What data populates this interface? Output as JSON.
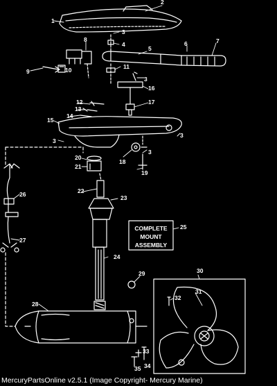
{
  "diagram": {
    "callouts": [
      "1",
      "2",
      "3",
      "4",
      "5",
      "6",
      "7",
      "8",
      "9",
      "10",
      "11",
      "3",
      "16",
      "17",
      "12",
      "13",
      "14",
      "15",
      "3",
      "3",
      "18",
      "3",
      "19",
      "20",
      "21",
      "22",
      "23",
      "26",
      "27",
      "25",
      "24",
      "29",
      "30",
      "31",
      "32",
      "28",
      "33",
      "34",
      "35"
    ],
    "mount_box_lines": [
      "COMPLETE",
      "MOUNT",
      "ASSEMBLY"
    ]
  },
  "caption": "MercuryPartsOnline v2.5.1 (Image Copyright- Mercury Marine)",
  "colors": {
    "background": "#000000",
    "line": "#ffffff"
  }
}
